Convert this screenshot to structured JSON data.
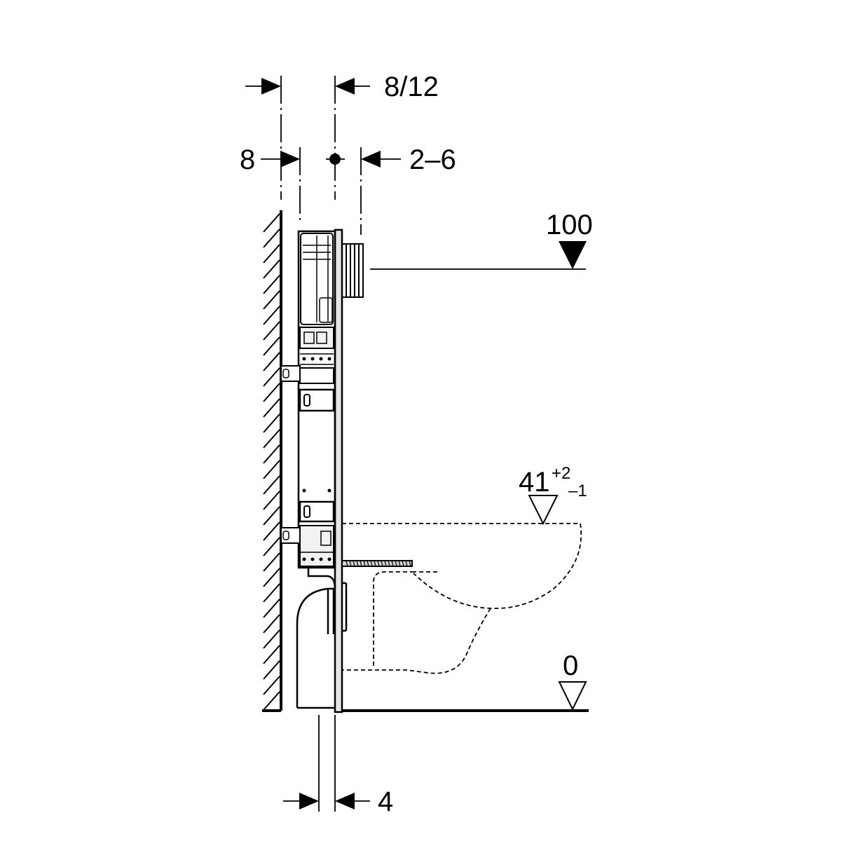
{
  "dimensions": {
    "wall_gap_top": "8/12",
    "wall_gap": "8",
    "cladding": "2–6",
    "bottom_gap": "4"
  },
  "levels": {
    "flush_pipe": "100",
    "seat_height": "41",
    "seat_tolerance_plus": "+2",
    "seat_tolerance_minus": "–1",
    "floor": "0"
  }
}
